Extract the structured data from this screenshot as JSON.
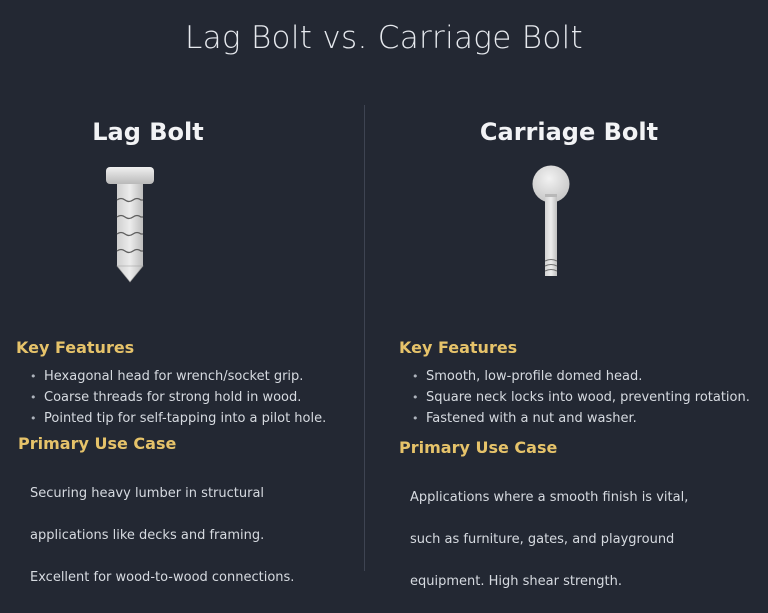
{
  "title": "Lag Bolt vs. Carriage Bolt",
  "colors": {
    "background": "#232833",
    "heading_accent": "#e6c36a",
    "text": "#d6dae0",
    "divider": "#3e4452"
  },
  "left": {
    "name": "Lag Bolt",
    "icon": "lag-bolt-icon",
    "features_heading": "Key Features",
    "features": [
      "Hexagonal head for wrench/socket grip.",
      "Coarse threads for strong hold in wood.",
      "Pointed tip for self-tapping into a pilot hole."
    ],
    "use_heading": "Primary Use Case",
    "use_lines": [
      "Securing heavy lumber in structural",
      "applications like decks and framing.",
      "Excellent for wood-to-wood connections."
    ]
  },
  "right": {
    "name": "Carriage Bolt",
    "icon": "carriage-bolt-icon",
    "features_heading": "Key Features",
    "features": [
      "Smooth, low-profile domed head.",
      "Square neck locks into wood, preventing rotation.",
      "Fastened with a nut and washer."
    ],
    "use_heading": "Primary Use Case",
    "use_lines": [
      "Applications where a smooth finish is vital,",
      "such as furniture, gates, and playground",
      "equipment. High shear strength."
    ]
  }
}
